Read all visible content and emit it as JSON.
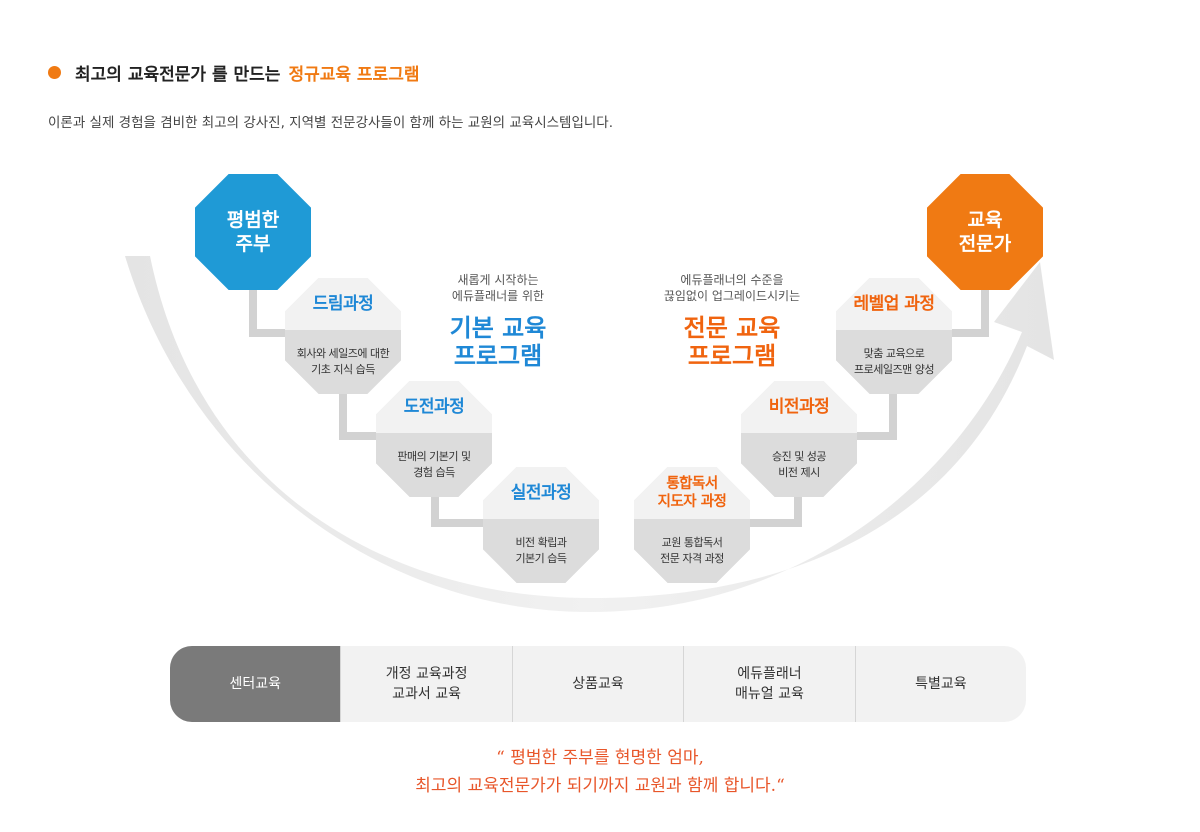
{
  "header": {
    "title_main": "최고의 교육전문가 를 만드는",
    "title_accent": "정규교육 프로그램",
    "subtitle": "이론과 실제 경험을 겸비한 최고의 강사진, 지역별 전문강사들이 함께 하는 교원의 교육시스템입니다."
  },
  "start_node": {
    "label": "평범한\n주부",
    "color": "#1f9ad6"
  },
  "end_node": {
    "label": "교육\n전문가",
    "color": "#f07a13"
  },
  "programs": {
    "basic": {
      "caption": "새롭게 시작하는\n에듀플래너를 위한",
      "title": "기본 교육\n프로그램"
    },
    "expert": {
      "caption": "에듀플래너의 수준을\n끊임없이 업그레이드시키는",
      "title": "전문 교육\n프로그램"
    }
  },
  "steps": [
    {
      "title": "드림과정",
      "desc": "회사와 세일즈에 대한\n기초 지식 습득",
      "tone": "blue"
    },
    {
      "title": "도전과정",
      "desc": "판매의 기본기 및\n경험 습득",
      "tone": "blue"
    },
    {
      "title": "실전과정",
      "desc": "비전 확립과\n기본기 습득",
      "tone": "blue"
    },
    {
      "title": "통합독서\n지도자 과정",
      "desc": "교원 통합독서\n전문 자격 과정",
      "tone": "orange"
    },
    {
      "title": "비전과정",
      "desc": "승진 및 성공\n비전 제시",
      "tone": "orange"
    },
    {
      "title": "레벨업 과정",
      "desc": "맞춤 교육으로\n프로세일즈맨 양성",
      "tone": "orange"
    }
  ],
  "tabs": [
    {
      "label": "센터교육",
      "active": true
    },
    {
      "label": "개정 교육과정\n교과서 교육",
      "active": false
    },
    {
      "label": "상품교육",
      "active": false
    },
    {
      "label": "에듀플래너\n매뉴얼 교육",
      "active": false
    },
    {
      "label": "특별교육",
      "active": false
    }
  ],
  "quote": {
    "line1": "“ 평범한 주부를 현명한 엄마,",
    "line2": "최고의 교육전문가가 되기까지 교원과 함께 합니다.“"
  },
  "colors": {
    "accent": "#f07a13",
    "blue": "#1f88d6",
    "orange": "#f0640f",
    "quote": "#e8562a"
  }
}
